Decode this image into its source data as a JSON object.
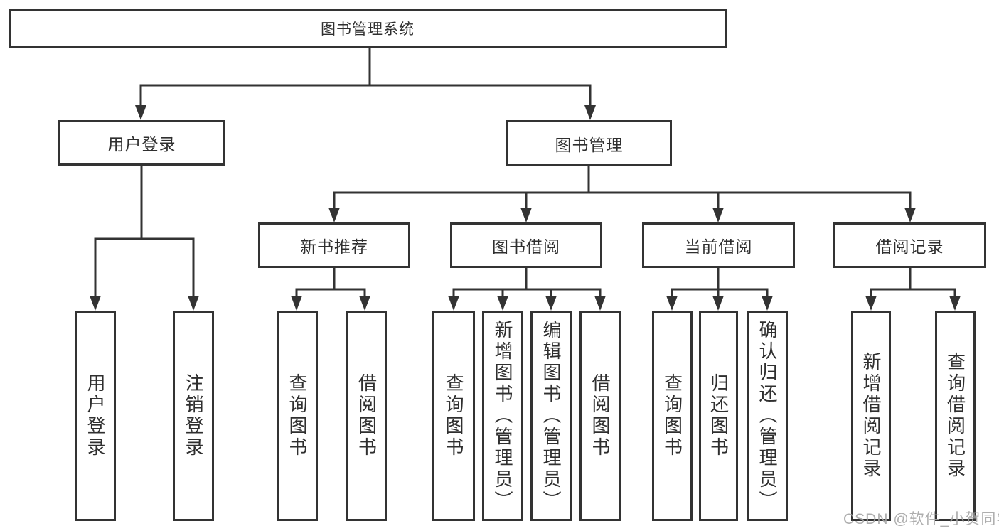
{
  "diagram": {
    "type": "hierarchy-tree",
    "tree": {
      "label": "图书管理系统",
      "children": [
        {
          "label": "用户登录",
          "children": [
            {
              "label": "用户登录"
            },
            {
              "label": "注销登录"
            }
          ]
        },
        {
          "label": "图书管理",
          "children": [
            {
              "label": "新书推荐",
              "children": [
                {
                  "label": "查询图书"
                },
                {
                  "label": "借阅图书"
                }
              ]
            },
            {
              "label": "图书借阅",
              "children": [
                {
                  "label": "查询图书"
                },
                {
                  "label": "新增图书（管理员）"
                },
                {
                  "label": "编辑图书（管理员）"
                },
                {
                  "label": "借阅图书"
                }
              ]
            },
            {
              "label": "当前借阅",
              "children": [
                {
                  "label": "查询图书"
                },
                {
                  "label": "归还图书"
                },
                {
                  "label": "确认归还（管理员）"
                }
              ]
            },
            {
              "label": "借阅记录",
              "children": [
                {
                  "label": "新增借阅记录"
                },
                {
                  "label": "查询借阅记录"
                }
              ]
            }
          ]
        }
      ]
    },
    "watermark": "CSDN @软件_小贺同学",
    "colors": {
      "line": "#333333",
      "box_border": "#333333",
      "text": "#2f2f2f",
      "background": "#ffffff",
      "watermark": "#a6a6a6"
    }
  }
}
